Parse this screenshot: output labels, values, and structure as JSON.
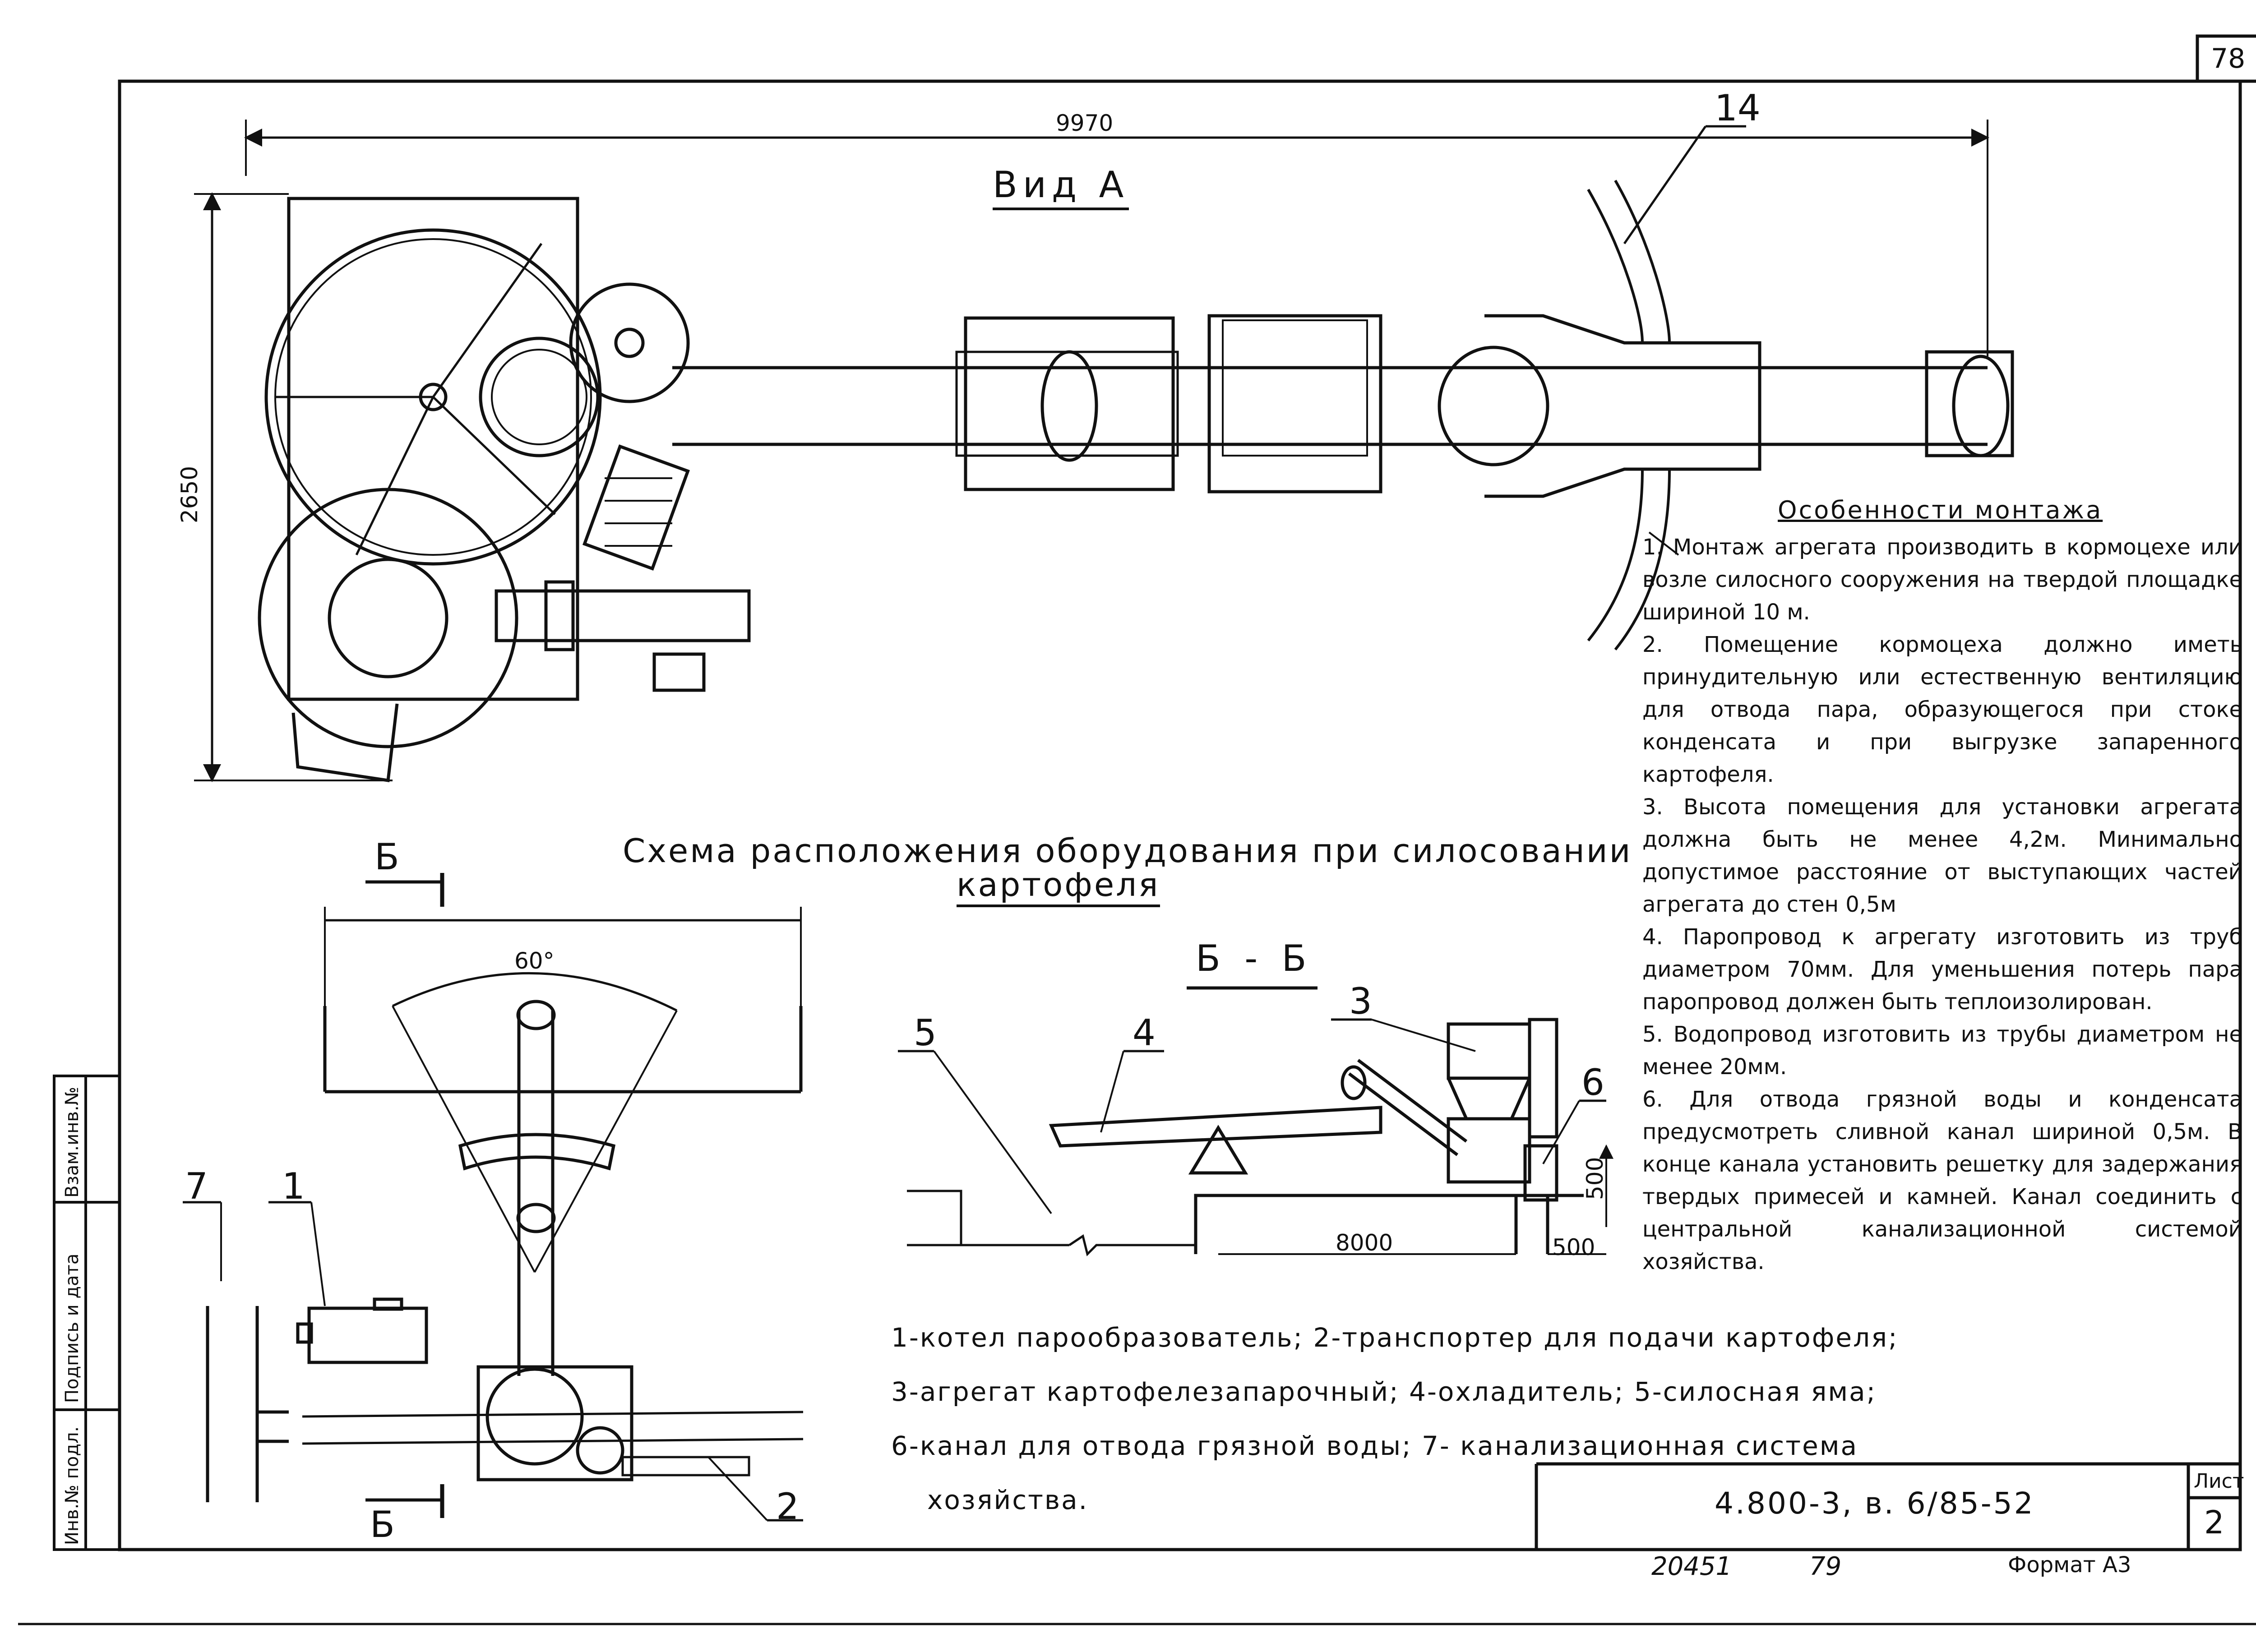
{
  "sheet": {
    "page_number": "78",
    "view_title": "Вид А",
    "schema_title_line1": "Схема расположения оборудования при силосовании",
    "schema_title_line2": "картофеля",
    "section_title": "Б - Б",
    "section_mark": "Б"
  },
  "dimensions": {
    "total_length": "9970",
    "height": "2650",
    "angle": "60°",
    "section_length": "8000",
    "d500_vertical": "500",
    "d500_horizontal": "500"
  },
  "callouts": {
    "c14": "14",
    "c1": "1",
    "c2": "2",
    "c3": "3",
    "c4": "4",
    "c5": "5",
    "c6": "6",
    "c7": "7"
  },
  "notes": {
    "heading": "Особенности монтажа",
    "items": [
      "1. Монтаж агрегата производить в кормоцехе или возле силосного сооружения на твердой площадке шириной 10 м.",
      "2. Помещение кормоцеха должно иметь принудительную или естественную вентиляцию для отвода пара, образующегося при стоке конденсата и при выгрузке запаренного картофеля.",
      "3. Высота помещения для установки агрегата должна быть не менее 4,2м. Минимально допустимое расстояние от выступающих частей агрегата до стен 0,5м",
      "4. Паропровод к агрегату изготовить из труб диаметром 70мм. Для уменьшения потерь пара паропровод должен быть теплоизолирован.",
      "5. Водопровод изготовить из трубы диаметром не менее 20мм.",
      "6. Для отвода грязной воды и конденсата предусмотреть сливной канал шириной 0,5м. В конце канала установить решетку для задержания твердых примесей и камней. Канал соединить с центральной канализационной системой хозяйства."
    ]
  },
  "legend": {
    "line1": "1-котел парообразователь;  2-транспортер для подачи картофеля;",
    "line2": "3-агрегат картофелезапарочный;  4-охладитель;  5-силосная яма;",
    "line3": "6-канал для отвода грязной воды;  7- канализационная система",
    "line4": "хозяйства."
  },
  "stamp": {
    "side_col1": "Инв.№ подл.",
    "side_col2": "Подпись и дата",
    "side_col3": "Взам.инв.№",
    "designation": "4.800-3, в. 6/85-52",
    "sheet_label": "Лист",
    "sheet_number": "2",
    "archive_number": "20451",
    "archive_page": "79",
    "format": "Формат А3"
  }
}
